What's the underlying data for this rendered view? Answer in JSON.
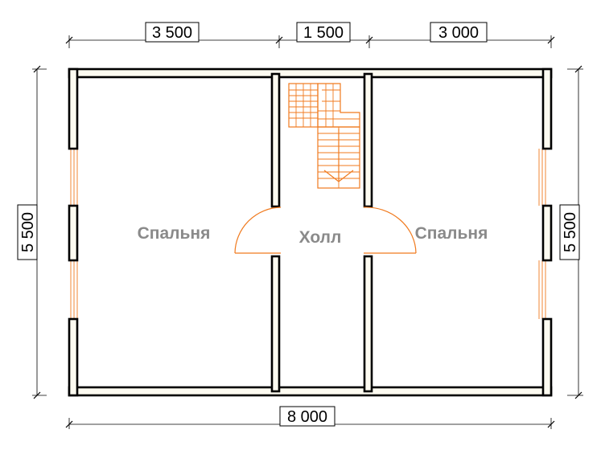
{
  "dimensions": {
    "top_left": "3 500",
    "top_middle": "1 500",
    "top_right": "3 000",
    "bottom": "8 000",
    "left": "5 500",
    "right": "5 500"
  },
  "rooms": {
    "left_bedroom": "Спальня",
    "hall": "Холл",
    "right_bedroom": "Спальня"
  },
  "colors": {
    "wall_stroke": "#000000",
    "wall_fill": "#fdfbf1",
    "accent": "#f07a1e",
    "room_label": "#8a8a8a"
  }
}
